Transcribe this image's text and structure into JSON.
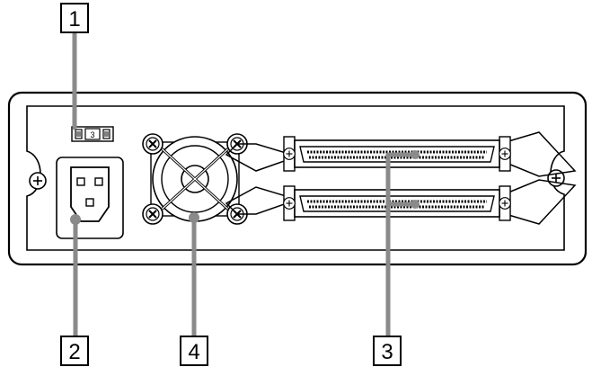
{
  "callouts": {
    "c1": "1",
    "c2": "2",
    "c3": "3",
    "c4": "4"
  },
  "switch": {
    "id_value": "3"
  },
  "colors": {
    "line": "#000000",
    "leader": "#8a8a8a",
    "background": "#ffffff"
  }
}
